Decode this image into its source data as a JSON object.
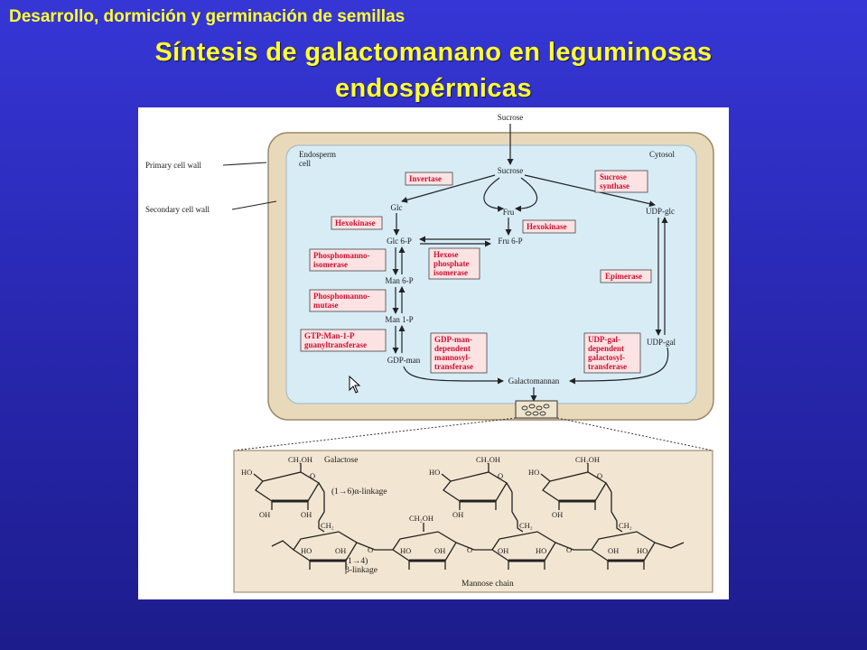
{
  "course_title": "Desarrollo, dormición y germinación de semillas",
  "slide_title_line1": "Síntesis de galactomanano en leguminosas",
  "slide_title_line2": "endospérmicas",
  "colors": {
    "background": "#2b2bb8",
    "title_text": "#ffff33",
    "cell_wall": "#e9d9bb",
    "cytosol": "#d8ecf6",
    "enzyme_box": "#fbe3e4",
    "enzyme_text": "#cc1133",
    "structure_panel": "#f2e6d2"
  },
  "diagram": {
    "side_labels": {
      "primary_wall": "Primary cell wall",
      "secondary_wall": "Secondary cell wall"
    },
    "compartments": {
      "endosperm_1": "Endosperm",
      "endosperm_2": "cell",
      "cytosol": "Cytosol"
    },
    "metabolites": {
      "sucrose_ext": "Sucrose",
      "sucrose": "Sucrose",
      "glc": "Glc",
      "fru": "Fru",
      "udp_glc": "UDP-glc",
      "glc6p": "Glc 6-P",
      "fru6p": "Fru 6-P",
      "man6p": "Man 6-P",
      "man1p": "Man 1-P",
      "gdp_man": "GDP-man",
      "udp_gal": "UDP-gal",
      "galactomannan": "Galactomannan"
    },
    "enzymes": {
      "invertase": [
        "Invertase"
      ],
      "sucrose_synthase": [
        "Sucrose",
        "synthase"
      ],
      "hexokinase_left": [
        "Hexokinase"
      ],
      "hexokinase_right": [
        "Hexokinase"
      ],
      "phosphomanno_isomerase": [
        "Phosphomanno-",
        "isomerase"
      ],
      "hexose_phosphate_isomerase": [
        "Hexose",
        "phosphate",
        "isomerase"
      ],
      "epimerase": [
        "Epimerase"
      ],
      "phosphomanno_mutase": [
        "Phosphomanno-",
        "mutase"
      ],
      "gtp_transferase": [
        "GTP:Man-1-P",
        "guanyltransferase"
      ],
      "gdp_man_transferase": [
        "GDP-man-",
        "dependent",
        "mannosyl-",
        "transferase"
      ],
      "udp_gal_transferase": [
        "UDP-gal-",
        "dependent",
        "galactosyl-",
        "transferase"
      ]
    },
    "structure": {
      "galactose": "Galactose",
      "alpha_linkage": "(1→6)α-linkage",
      "beta_linkage_1": "(1→4)",
      "beta_linkage_2": "β-linkage",
      "mannose_chain": "Mannose chain",
      "ch2oh": "CH₂OH",
      "ch2": "CH₂",
      "ho": "HO",
      "oh": "OH",
      "o": "O"
    }
  }
}
